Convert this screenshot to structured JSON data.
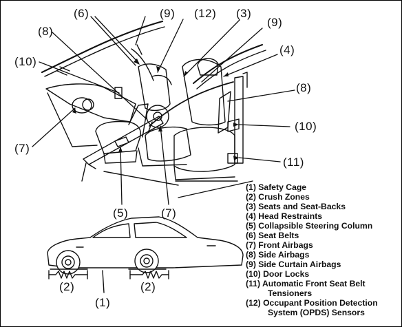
{
  "callouts": {
    "c6": "(6)",
    "c9_top": "(9)",
    "c12": "(12)",
    "c3": "(3)",
    "c9_right": "(9)",
    "c8_left": "(8)",
    "c4": "(4)",
    "c10_left": "(10)",
    "c8_right": "(8)",
    "c10_right": "(10)",
    "c7_left": "(7)",
    "c11": "(11)",
    "c5": "(5)",
    "c7_bottom": "(7)",
    "c2_left": "(2)",
    "c2_right": "(2)",
    "c1": "(1)"
  },
  "legend": [
    {
      "num": "(1)",
      "label": "Safety Cage"
    },
    {
      "num": "(2)",
      "label": "Crush Zones"
    },
    {
      "num": "(3)",
      "label": "Seats and Seat-Backs"
    },
    {
      "num": "(4)",
      "label": "Head Restraints"
    },
    {
      "num": "(5)",
      "label": "Collapsible Steering Column"
    },
    {
      "num": "(6)",
      "label": "Seat Belts"
    },
    {
      "num": "(7)",
      "label": "Front Airbags"
    },
    {
      "num": "(8)",
      "label": "Side Airbags"
    },
    {
      "num": "(9)",
      "label": "Side Curtain Airbags"
    },
    {
      "num": "(10)",
      "label": "Door Locks"
    },
    {
      "num": "(11)",
      "label": "Automatic Front Seat Belt",
      "cont": "Tensioners"
    },
    {
      "num": "(12)",
      "label": "Occupant Position Detection",
      "cont": "System (OPDS) Sensors"
    }
  ]
}
